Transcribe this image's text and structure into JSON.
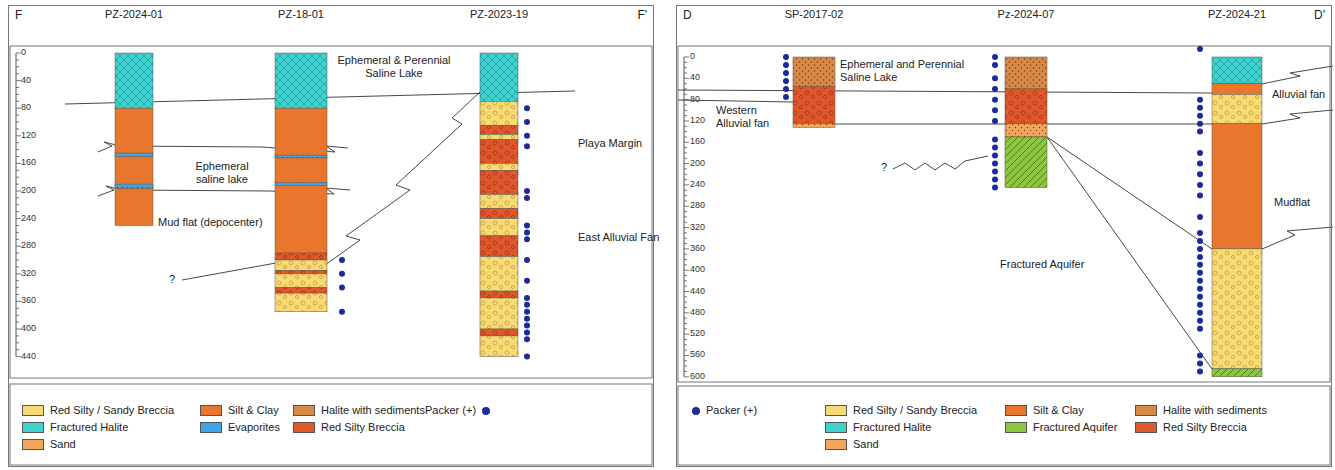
{
  "diagram": {
    "nodes": [
      {
        "text": [
          "F",
          "F'"
        ]
      },
      {
        "text": [
          "PZ-2024-01"
        ],
        "in": 0
      },
      {
        "text": [
          "PZ-18-01"
        ],
        "in": 0
      },
      {
        "text": [
          "PZ-2023-19"
        ],
        "in": 0
      },
      {
        "text": [
          "D",
          "D'"
        ]
      },
      {
        "text": [
          "SP-2017-02"
        ],
        "in": 4
      },
      {
        "text": [
          "Pz-2024-07"
        ],
        "in": 4
      },
      {
        "text": [
          "PZ-2024-21"
        ],
        "in": 4
      }
    ],
    "labels": [
      "0",
      "40",
      "80",
      "120",
      "160",
      "200",
      "240",
      "280",
      "320",
      "360",
      "400",
      "440",
      "Ephemeral & Perennial Saline Lake",
      "Ephemeral saline lake",
      "Mud flat (depocenter)",
      "?",
      "Playa Margin",
      "East Alluvial Fan",
      "0",
      "40",
      "80",
      "120",
      "160",
      "200",
      "240",
      "280",
      "320",
      "360",
      "400",
      "440",
      "480",
      "520",
      "560",
      "600",
      "Ephemeral and Perennial Saline Lake",
      "Western Alluvial fan",
      "?",
      "Alluvial fan",
      "Mudflat",
      "Fractured Aquifer"
    ],
    "legend": [
      {
        "text": "Red Silty / Sandy Breccia",
        "color": "#f8db74"
      },
      {
        "text": "Silt & Clay",
        "color": "#e8762d"
      },
      {
        "text": "Halite with sediments",
        "color": "#d98a48"
      },
      {
        "text": "Packer (+)"
      },
      {
        "text": "Fractured Halite",
        "color": "#3ed3cf"
      },
      {
        "text": "Evaporites",
        "color": "#3ea6e6"
      },
      {
        "text": "Red Silty Breccia",
        "color": "#e0572b"
      },
      {
        "text": "Sand",
        "color": "#f2a65a"
      },
      {
        "text": "Packer (+)"
      },
      {
        "text": "Red Silty / Sandy Breccia",
        "color": "#f8db74"
      },
      {
        "text": "Silt & Clay",
        "color": "#e8762d"
      },
      {
        "text": "Halite with sediments",
        "color": "#d98a48"
      },
      {
        "text": "Fractured Halite",
        "color": "#3ed3cf"
      },
      {
        "text": "Fractured Aquifer",
        "color": "#8dc63f"
      },
      {
        "text": "Red Silty Breccia",
        "color": "#e0572b"
      },
      {
        "text": "Sand",
        "color": "#f2a65a"
      }
    ]
  }
}
